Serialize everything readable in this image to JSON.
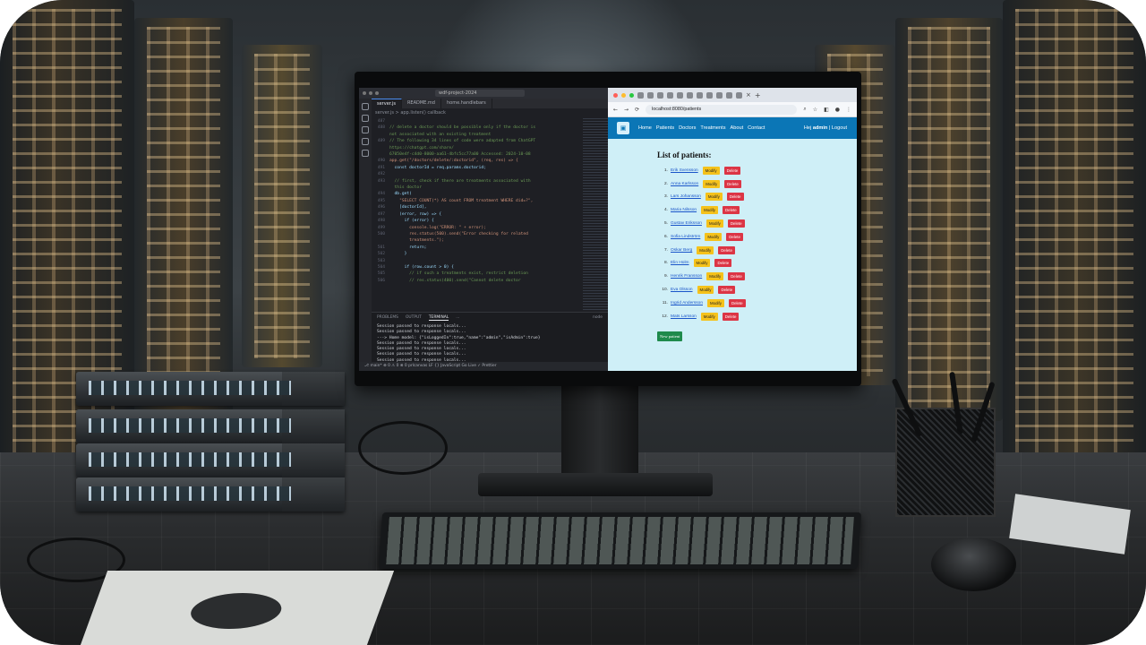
{
  "vscode": {
    "search": "wdf-project-2024",
    "tabs": [
      "server.js",
      "README.md",
      "home.handlebars"
    ],
    "breadcrumb": "server.js > app.listen() callback",
    "code": [
      {
        "ln": "487",
        "text": ""
      },
      {
        "ln": "488",
        "text": "// delete a doctor should be possible only if the doctor is"
      },
      {
        "ln": "",
        "text": "not associated with an existing treatment"
      },
      {
        "ln": "489",
        "text": "// The following 34 lines of code were adapted from ChatGPT"
      },
      {
        "ln": "",
        "text": "https://chatgpt.com/share/"
      },
      {
        "ln": "",
        "text": "67050e4f-c4d0-8000-aa61-4bfc5cc77a00 Accessed: 2024-10-08"
      },
      {
        "ln": "490",
        "text": "app.get(\"/doctors/delete/:doctorid\", (req, res) => {"
      },
      {
        "ln": "491",
        "text": "  const doctorId = req.params.doctorid;"
      },
      {
        "ln": "492",
        "text": ""
      },
      {
        "ln": "493",
        "text": "  // first, check if there are treatments associated with"
      },
      {
        "ln": "",
        "text": "  this doctor"
      },
      {
        "ln": "494",
        "text": "  db.get("
      },
      {
        "ln": "495",
        "text": "    \"SELECT COUNT(*) AS count FROM treatment WHERE did=?\","
      },
      {
        "ln": "496",
        "text": "    [doctorId],"
      },
      {
        "ln": "497",
        "text": "    (error, row) => {"
      },
      {
        "ln": "498",
        "text": "      if (error) {"
      },
      {
        "ln": "499",
        "text": "        console.log(\"ERROR: \" + error);"
      },
      {
        "ln": "500",
        "text": "        res.status(500).send(\"Error checking for related"
      },
      {
        "ln": "",
        "text": "        treatments.\");"
      },
      {
        "ln": "501",
        "text": "        return;"
      },
      {
        "ln": "502",
        "text": "      }"
      },
      {
        "ln": "503",
        "text": ""
      },
      {
        "ln": "504",
        "text": "      if (row.count > 0) {"
      },
      {
        "ln": "505",
        "text": "        // if such a treatments exist, restrict deletion"
      },
      {
        "ln": "506",
        "text": "        // res.status(400).send(\"Cannot delete doctor"
      }
    ],
    "panel_tabs": [
      "PROBLEMS",
      "OUTPUT",
      "TERMINAL",
      "..."
    ],
    "terminal_label": "node",
    "terminal": [
      "Session passed to response locals...",
      "Session passed to response locals...",
      "---> Home model: {\"isLoggedIn\":true,\"name\":\"admin\",\"isAdmin\":true}",
      "Session passed to response locals...",
      "Session passed to response locals...",
      "Session passed to response locals...",
      "Session passed to response locals...",
      "Session passed to response locals..."
    ],
    "status": "⎇ main*   ⊗ 0 ⚠ 0   ⊗ 0   prlcanvas      LF   {} JavaScript   Go Live   ✓ Prettier"
  },
  "browser": {
    "url": "localhost:8080/patients",
    "nav": {
      "links": [
        "Home",
        "Patients",
        "Doctors",
        "Treatments",
        "About",
        "Contact"
      ],
      "greeting": "Hej",
      "user": "admin",
      "separator": "|",
      "logout": "Logout"
    },
    "heading": "List of patients:",
    "modify_label": "Modify",
    "delete_label": "Delete",
    "new_button": "New patient",
    "patients": [
      {
        "num": "1.",
        "name": "Erik Svensson"
      },
      {
        "num": "2.",
        "name": "Anna Karlsson"
      },
      {
        "num": "3.",
        "name": "Lars Johansson"
      },
      {
        "num": "4.",
        "name": "Maria Nilsson"
      },
      {
        "num": "5.",
        "name": "Gustav Eriksson"
      },
      {
        "num": "6.",
        "name": "Sofia Lindström"
      },
      {
        "num": "7.",
        "name": "Oskar Berg"
      },
      {
        "num": "8.",
        "name": "Elin Holm"
      },
      {
        "num": "9.",
        "name": "Henrik Fransson"
      },
      {
        "num": "10.",
        "name": "Eva Olsson"
      },
      {
        "num": "11.",
        "name": "Ingrid Andersson"
      },
      {
        "num": "12.",
        "name": "Mats Larsson"
      }
    ]
  },
  "colors": {
    "nav_bg": "#0b76b6",
    "page_bg": "#cfeff7",
    "modify": "#f5c21b",
    "delete": "#dc3545",
    "new": "#1f8a4c"
  }
}
